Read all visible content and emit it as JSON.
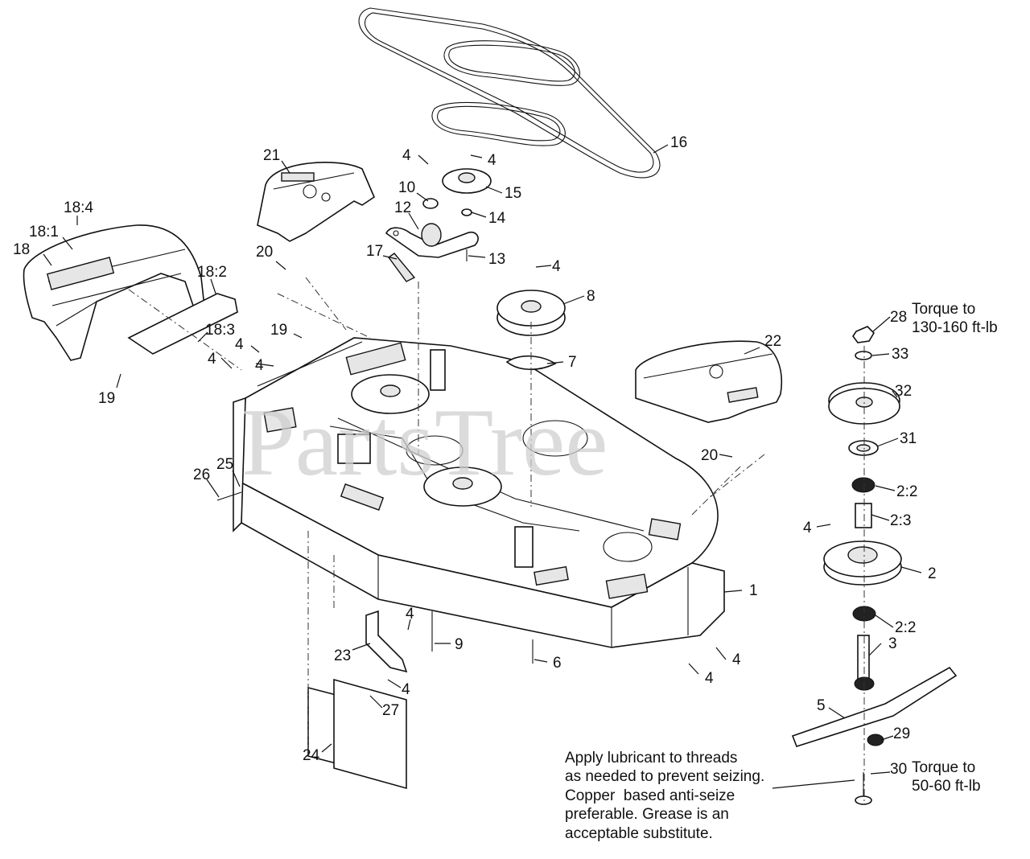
{
  "watermark": "PartsTree",
  "callouts": [
    {
      "id": "c1",
      "text": "1"
    },
    {
      "id": "c2",
      "text": "2"
    },
    {
      "id": "c2_2a",
      "text": "2:2"
    },
    {
      "id": "c2_3",
      "text": "2:3"
    },
    {
      "id": "c2_2b",
      "text": "2:2"
    },
    {
      "id": "c3",
      "text": "3"
    },
    {
      "id": "c4a",
      "text": "4"
    },
    {
      "id": "c4b",
      "text": "4"
    },
    {
      "id": "c4c",
      "text": "4"
    },
    {
      "id": "c4d",
      "text": "4"
    },
    {
      "id": "c4e",
      "text": "4"
    },
    {
      "id": "c4f",
      "text": "4"
    },
    {
      "id": "c4g",
      "text": "4"
    },
    {
      "id": "c4h",
      "text": "4"
    },
    {
      "id": "c4i",
      "text": "4"
    },
    {
      "id": "c4j",
      "text": "4"
    },
    {
      "id": "c4k",
      "text": "4"
    },
    {
      "id": "c5",
      "text": "5"
    },
    {
      "id": "c6",
      "text": "6"
    },
    {
      "id": "c7",
      "text": "7"
    },
    {
      "id": "c8",
      "text": "8"
    },
    {
      "id": "c9",
      "text": "9"
    },
    {
      "id": "c10",
      "text": "10"
    },
    {
      "id": "c12",
      "text": "12"
    },
    {
      "id": "c13",
      "text": "13"
    },
    {
      "id": "c14",
      "text": "14"
    },
    {
      "id": "c15",
      "text": "15"
    },
    {
      "id": "c16",
      "text": "16"
    },
    {
      "id": "c17",
      "text": "17"
    },
    {
      "id": "c18",
      "text": "18"
    },
    {
      "id": "c18_1",
      "text": "18:1"
    },
    {
      "id": "c18_2",
      "text": "18:2"
    },
    {
      "id": "c18_3",
      "text": "18:3"
    },
    {
      "id": "c18_4",
      "text": "18:4"
    },
    {
      "id": "c19a",
      "text": "19"
    },
    {
      "id": "c19b",
      "text": "19"
    },
    {
      "id": "c20a",
      "text": "20"
    },
    {
      "id": "c20b",
      "text": "20"
    },
    {
      "id": "c21",
      "text": "21"
    },
    {
      "id": "c22",
      "text": "22"
    },
    {
      "id": "c23",
      "text": "23"
    },
    {
      "id": "c24",
      "text": "24"
    },
    {
      "id": "c25",
      "text": "25"
    },
    {
      "id": "c26",
      "text": "26"
    },
    {
      "id": "c27",
      "text": "27"
    },
    {
      "id": "c28",
      "text": "28"
    },
    {
      "id": "c29",
      "text": "29"
    },
    {
      "id": "c30",
      "text": "30"
    },
    {
      "id": "c31",
      "text": "31"
    },
    {
      "id": "c32",
      "text": "32"
    },
    {
      "id": "c33",
      "text": "33"
    }
  ],
  "torque_notes": {
    "spindle_nut": [
      "Torque to",
      "130-160 ft-lb"
    ],
    "blade_bolt": [
      "Torque to",
      "50-60 ft-lb"
    ]
  },
  "lubricant_note": [
    "Apply lubricant to threads",
    "as needed to prevent seizing.",
    "Copper  based anti-seize",
    "preferable. Grease is an",
    "acceptable substitute."
  ]
}
